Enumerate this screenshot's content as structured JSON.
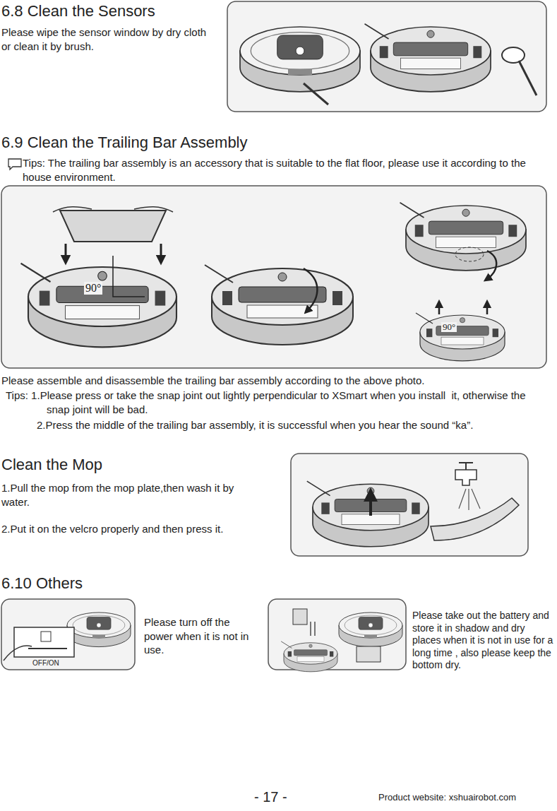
{
  "diagram": {
    "labels": [
      "6.8 Clean the Sensors",
      "Please wipe the sensor window by dry cloth or clean it by brush.",
      "6.9 Clean the Trailing Bar Assembly",
      "Tips: The trailing bar assembly is an accessory that is suitable to the flat floor, please use it according to the house environment.",
      "90°",
      "90°",
      "Please assemble and disassemble the trailing bar assembly according to the above photo.",
      "Tips: 1.Please press or take the snap joint out lightly perpendicular to XSmart when you install  it, otherwise the snap joint will be bad.",
      "2.Press the middle of the trailing bar assembly, it is successful when you hear the sound “ka”.",
      "Clean the Mop",
      "1.Pull the mop from the mop plate,then wash it by water.",
      "2.Put it on the velcro properly and then press it.",
      "6.10 Others",
      "OFF/ON",
      "Please turn off the power when it is not in use.",
      "Please take out the battery and store it in shadow and dry places when it is not in use for a long time , also please keep the bottom dry.",
      "- 17 -",
      "Product website: xshuairobot.com"
    ]
  }
}
